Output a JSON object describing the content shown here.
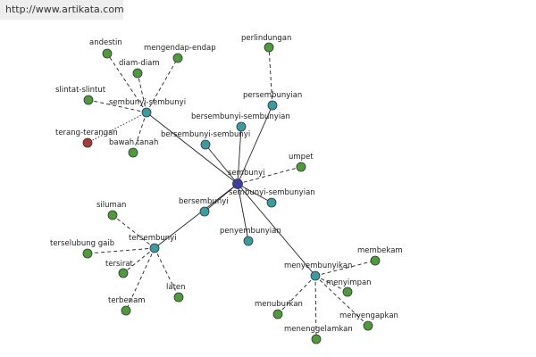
{
  "header": {
    "url": "http://www.artikata.com"
  },
  "colors": {
    "center": "#3b3fa0",
    "teal": "#3a9ba0",
    "green": "#4e9a3c",
    "red": "#a83a3a"
  },
  "graph": {
    "nodes": [
      {
        "id": "sembunyi",
        "label": "sembunyi",
        "kind": "center"
      },
      {
        "id": "sembunyi-sembunyi",
        "label": "sembunyi-sembunyi",
        "kind": "teal"
      },
      {
        "id": "persembunyian",
        "label": "persembunyian",
        "kind": "teal"
      },
      {
        "id": "bersembunyi-sembunyian",
        "label": "bersembunyi-sembunyian",
        "kind": "teal"
      },
      {
        "id": "bersembunyi-sembunyi",
        "label": "bersembunyi-sembunyi",
        "kind": "teal"
      },
      {
        "id": "sembunyi-sembunyian",
        "label": "sembunyi-sembunyian",
        "kind": "teal"
      },
      {
        "id": "bersembunyi",
        "label": "bersembunyi",
        "kind": "teal"
      },
      {
        "id": "penyembunyian",
        "label": "penyembunyian",
        "kind": "teal"
      },
      {
        "id": "tersembunyi",
        "label": "tersembunyi",
        "kind": "teal"
      },
      {
        "id": "menyembunyikan",
        "label": "menyembunyikan",
        "kind": "teal"
      },
      {
        "id": "umpet",
        "label": "umpet",
        "kind": "green"
      },
      {
        "id": "perlindungan",
        "label": "perlindungan",
        "kind": "green"
      },
      {
        "id": "andestin",
        "label": "andestin",
        "kind": "green"
      },
      {
        "id": "mengendap-endap",
        "label": "mengendap-endap",
        "kind": "green"
      },
      {
        "id": "diam-diam",
        "label": "diam-diam",
        "kind": "green"
      },
      {
        "id": "slintat-slintut",
        "label": "slintat-slintut",
        "kind": "green"
      },
      {
        "id": "terang-terangan",
        "label": "terang-terangan",
        "kind": "red"
      },
      {
        "id": "bawah-tanah",
        "label": "bawah tanah",
        "kind": "green"
      },
      {
        "id": "siluman",
        "label": "siluman",
        "kind": "green"
      },
      {
        "id": "terselubung-gaib",
        "label": "terselubung gaib",
        "kind": "green"
      },
      {
        "id": "tersirat",
        "label": "tersirat",
        "kind": "green"
      },
      {
        "id": "laten",
        "label": "laten",
        "kind": "green"
      },
      {
        "id": "terbenam",
        "label": "terbenam",
        "kind": "green"
      },
      {
        "id": "membekam",
        "label": "membekam",
        "kind": "green"
      },
      {
        "id": "menyimpan",
        "label": "menyimpan",
        "kind": "green"
      },
      {
        "id": "menuburkan",
        "label": "menuburkan",
        "kind": "green"
      },
      {
        "id": "menenggelamkan",
        "label": "menenggelamkan",
        "kind": "green"
      },
      {
        "id": "menyengapkan",
        "label": "menyengapkan",
        "kind": "green"
      }
    ],
    "edges": [
      {
        "from": "sembunyi",
        "to": "sembunyi-sembunyi",
        "style": "solid"
      },
      {
        "from": "sembunyi",
        "to": "persembunyian",
        "style": "solid"
      },
      {
        "from": "sembunyi",
        "to": "bersembunyi-sembunyian",
        "style": "solid"
      },
      {
        "from": "sembunyi",
        "to": "bersembunyi-sembunyi",
        "style": "solid"
      },
      {
        "from": "sembunyi",
        "to": "sembunyi-sembunyian",
        "style": "solid"
      },
      {
        "from": "sembunyi",
        "to": "bersembunyi",
        "style": "solid"
      },
      {
        "from": "sembunyi",
        "to": "penyembunyian",
        "style": "solid"
      },
      {
        "from": "sembunyi",
        "to": "tersembunyi",
        "style": "solid"
      },
      {
        "from": "sembunyi",
        "to": "menyembunyikan",
        "style": "solid"
      },
      {
        "from": "sembunyi",
        "to": "umpet",
        "style": "dashed"
      },
      {
        "from": "persembunyian",
        "to": "perlindungan",
        "style": "dashed"
      },
      {
        "from": "sembunyi-sembunyi",
        "to": "andestin",
        "style": "dashed"
      },
      {
        "from": "sembunyi-sembunyi",
        "to": "mengendap-endap",
        "style": "dashed"
      },
      {
        "from": "sembunyi-sembunyi",
        "to": "diam-diam",
        "style": "dashed"
      },
      {
        "from": "sembunyi-sembunyi",
        "to": "slintat-slintut",
        "style": "dashed"
      },
      {
        "from": "sembunyi-sembunyi",
        "to": "terang-terangan",
        "style": "dotted"
      },
      {
        "from": "sembunyi-sembunyi",
        "to": "bawah-tanah",
        "style": "dashed"
      },
      {
        "from": "tersembunyi",
        "to": "siluman",
        "style": "dashed"
      },
      {
        "from": "tersembunyi",
        "to": "terselubung-gaib",
        "style": "dashed"
      },
      {
        "from": "tersembunyi",
        "to": "tersirat",
        "style": "dashed"
      },
      {
        "from": "tersembunyi",
        "to": "laten",
        "style": "dashed"
      },
      {
        "from": "tersembunyi",
        "to": "terbenam",
        "style": "dashed"
      },
      {
        "from": "menyembunyikan",
        "to": "membekam",
        "style": "dashed"
      },
      {
        "from": "menyembunyikan",
        "to": "menyimpan",
        "style": "dashed"
      },
      {
        "from": "menyembunyikan",
        "to": "menuburkan",
        "style": "dashed"
      },
      {
        "from": "menyembunyikan",
        "to": "menenggelamkan",
        "style": "dashed"
      },
      {
        "from": "menyembunyikan",
        "to": "menyengapkan",
        "style": "dashed"
      }
    ]
  }
}
